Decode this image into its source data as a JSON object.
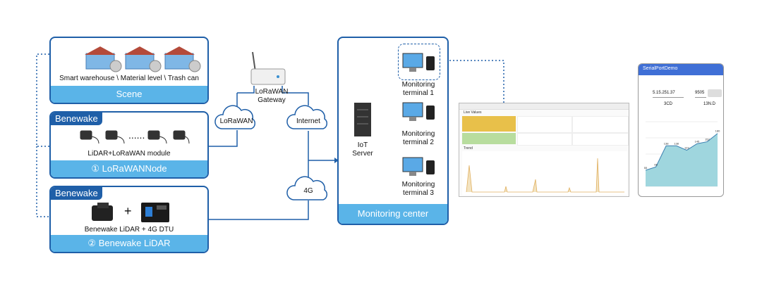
{
  "scene": {
    "caption": "Smart warehouse \\ Material level \\ Trash can",
    "bar": "Scene"
  },
  "node": {
    "tag": "Benewake",
    "caption": "LiDAR+LoRaWAN module",
    "dots": "......",
    "bar": "① LoRaWANNode"
  },
  "lidar": {
    "tag": "Benewake",
    "plus": "+",
    "caption": "Benewake LiDAR + 4G DTU",
    "bar": "② Benewake LiDAR"
  },
  "gateway": {
    "line1": "LoRaWAN",
    "line2": "Gateway"
  },
  "clouds": {
    "lorawan": "LoRaWAN",
    "internet": "Internet",
    "g4": "4G"
  },
  "center": {
    "server_line1": "IoT",
    "server_line2": "Server",
    "terminals": [
      {
        "line1": "Monitoring",
        "line2": "terminal 1"
      },
      {
        "line1": "Monitoring",
        "line2": "terminal 2"
      },
      {
        "line1": "Monitoring",
        "line2": "terminal 3"
      }
    ],
    "bar": "Monitoring center"
  },
  "dashboard": {
    "live_values": "Live Values",
    "trend": "Trend"
  },
  "phone": {
    "title": "SerialPortDemo",
    "ip_value": "5.15.251.37",
    "port_value": "9505",
    "row2_value1": "3CD",
    "row2_value2": "13N.D",
    "chart_labels": [
      "55",
      "66",
      "138",
      "138",
      "123",
      "145",
      "152",
      "180"
    ]
  },
  "colors": {
    "primary": "#1f5fa8",
    "bar": "#5ab4e8",
    "line": "#1f5fa8"
  }
}
